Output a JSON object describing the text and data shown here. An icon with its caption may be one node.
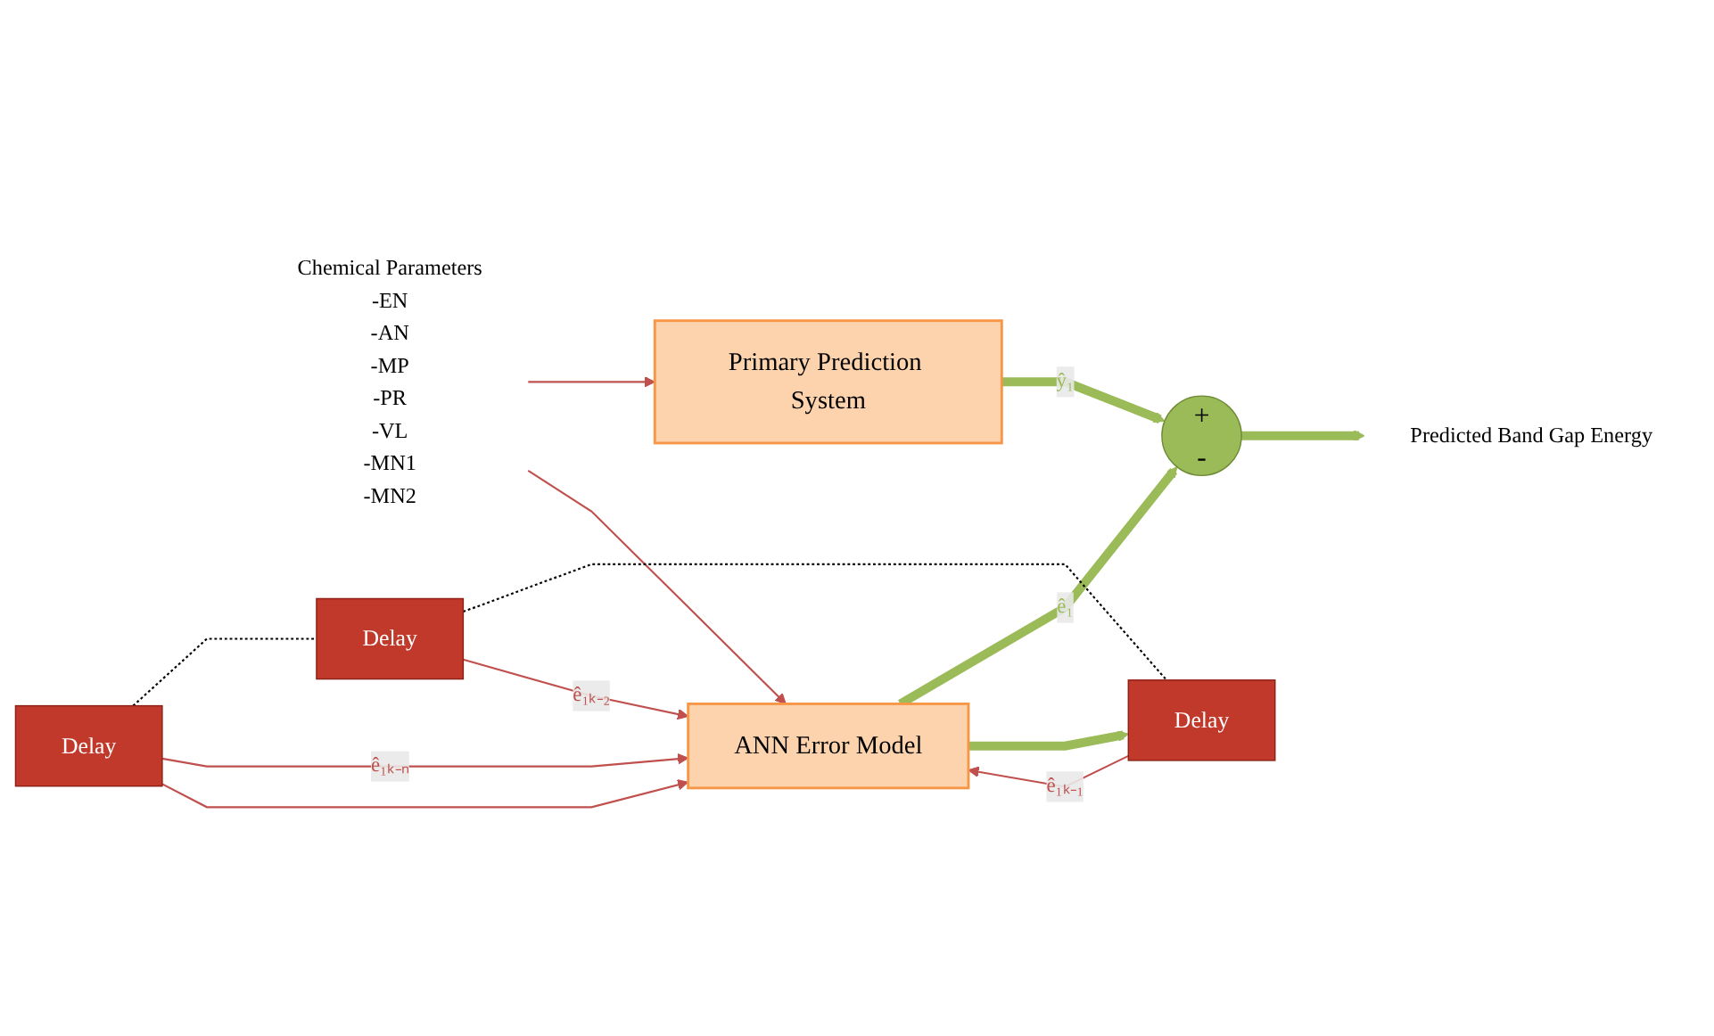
{
  "diagram": {
    "nodes": [
      {
        "text": [
          "-EN",
          "-AN",
          "-MP",
          "-PR",
          "-VL",
          "-MN1",
          "-MN2"
        ],
        "beside": [
          "Chemical Parameters"
        ]
      },
      {
        "text": [
          "Primary Prediction System"
        ]
      },
      {
        "text": [
          "ANN Error Model"
        ]
      },
      {
        "text": [
          "Delay"
        ]
      },
      {
        "text": [
          "Delay"
        ]
      },
      {
        "text": [
          "Delay"
        ]
      },
      {
        "text": [
          "+",
          "-"
        ]
      },
      {
        "text": [
          "Predicted Band Gap Energy"
        ]
      }
    ],
    "edges": [
      {
        "from": 0,
        "to": 1,
        "arrow": "to"
      },
      {
        "from": 0,
        "to": 2,
        "arrow": "to"
      },
      {
        "from": 1,
        "to": 6,
        "arrow": "to",
        "label": "ŷ₁",
        "style": "thick",
        "color": "#9bbb59"
      },
      {
        "from": 2,
        "to": 6,
        "arrow": "to",
        "label": "ê₁",
        "style": "thick",
        "color": "#9bbb59"
      },
      {
        "from": 6,
        "to": 7,
        "arrow": "to",
        "style": "thick",
        "color": "#9bbb59"
      },
      {
        "from": 2,
        "to": 5,
        "arrow": "to",
        "style": "thick",
        "color": "#9bbb59"
      },
      {
        "from": 3,
        "to": 4,
        "arrow": "none",
        "style": "dashed",
        "color": "#000000"
      },
      {
        "from": 4,
        "to": 5,
        "arrow": "none",
        "style": "dashed",
        "color": "#000000"
      },
      {
        "from": 5,
        "to": 2,
        "arrow": "to",
        "label": "ê₁ₖ₋₁"
      },
      {
        "from": 4,
        "to": 2,
        "arrow": "to",
        "label": "ê₁ₖ₋₂"
      },
      {
        "from": 3,
        "to": 2,
        "arrow": "to",
        "label": "ê₁ₖ₋ₙ"
      },
      {
        "from": 3,
        "to": 2,
        "arrow": "to"
      }
    ]
  }
}
